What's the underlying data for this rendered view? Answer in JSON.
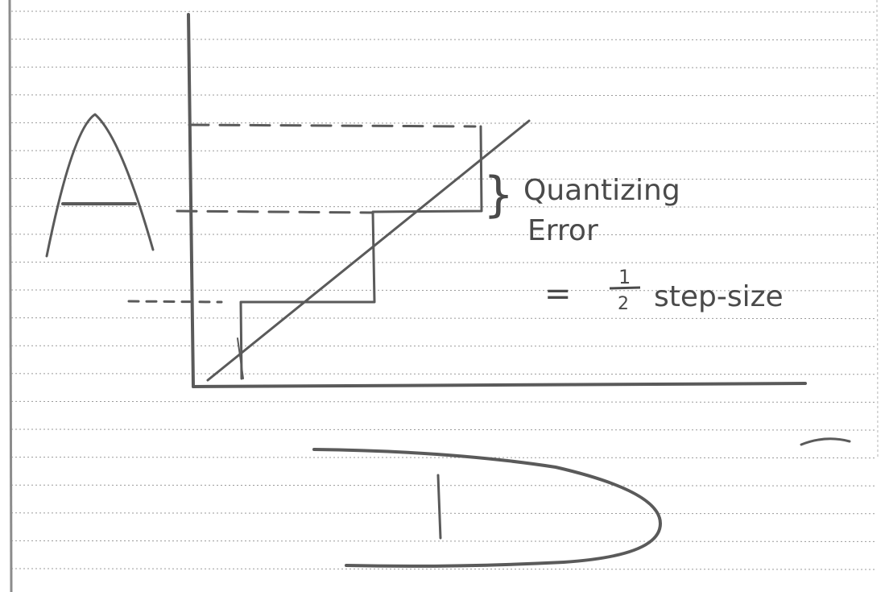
{
  "annotation": {
    "brace": "}",
    "line1": "Quantizing",
    "line2": "Error",
    "line3_prefix": "=",
    "fraction_num": "1",
    "fraction_den": "2",
    "line3_suffix": "step-size"
  },
  "letters": {
    "left": "A",
    "bottom": "D"
  },
  "colors": {
    "ink": "#5a5a5a",
    "rule": "#9a9a9a",
    "margin": "#8c8c8c"
  }
}
